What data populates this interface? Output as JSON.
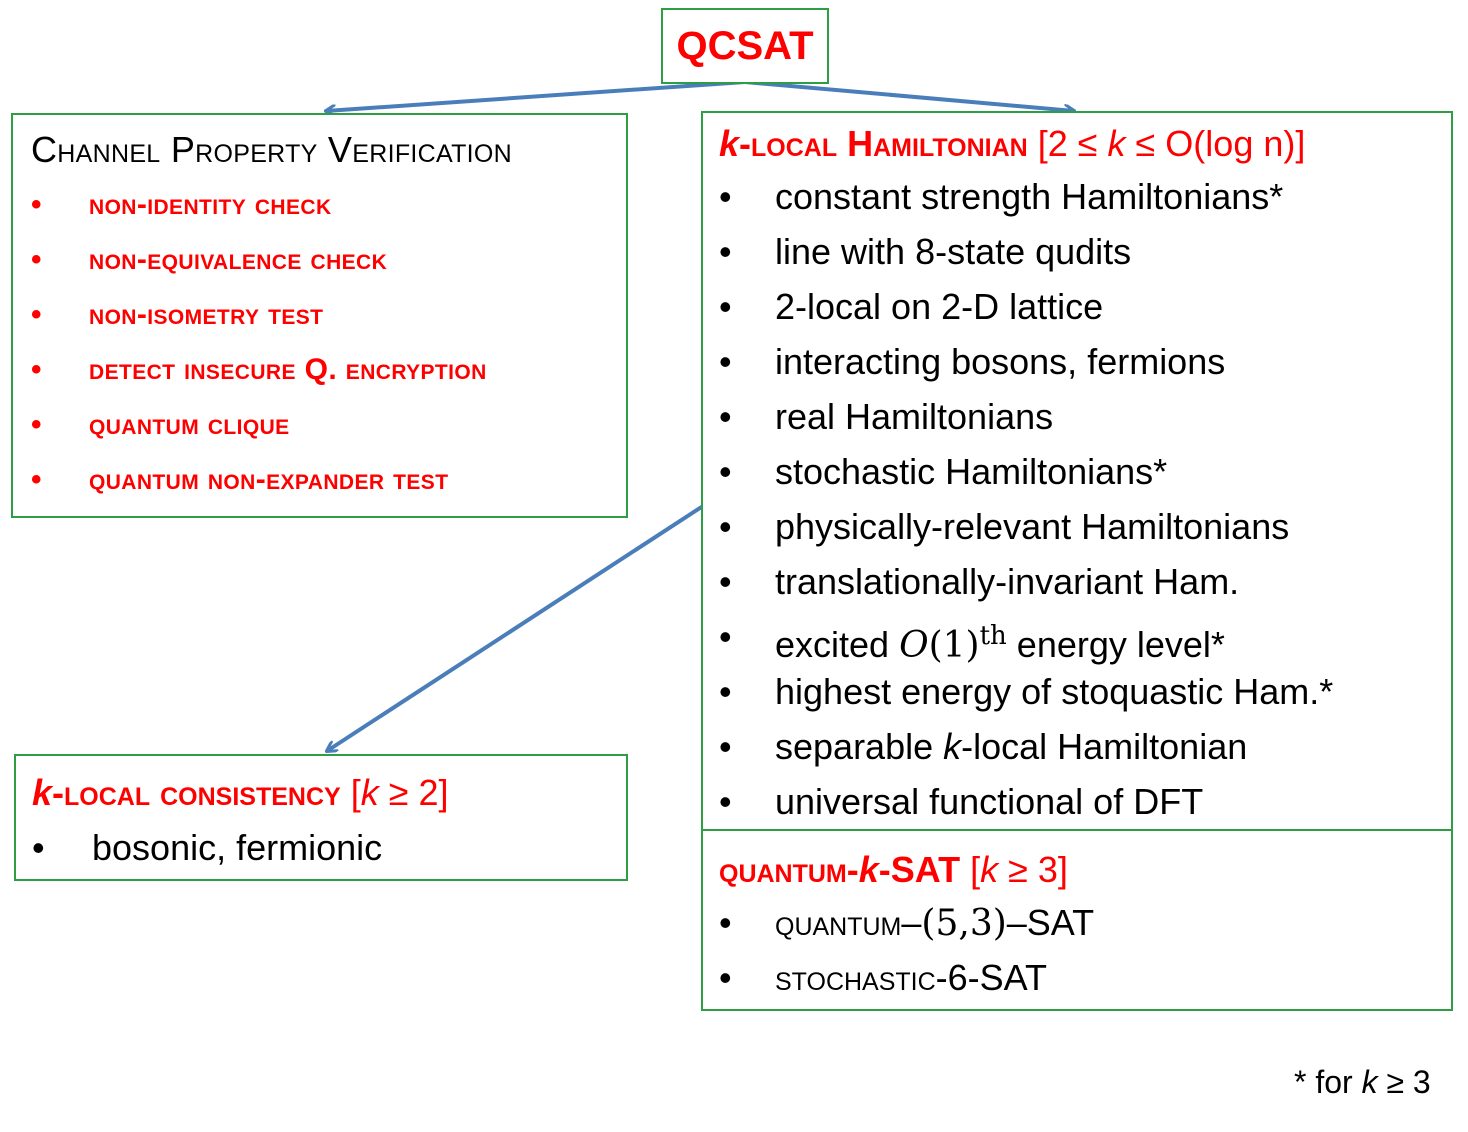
{
  "root": {
    "title": "QCSAT"
  },
  "channel": {
    "title": "Channel Property Verification",
    "bullet": "•",
    "items": [
      "non-identity check",
      "non-equivalence check",
      "non-isometry test",
      "detect insecure Q. encryption",
      "quantum clique",
      "quantum non-expander test"
    ]
  },
  "hamiltonian": {
    "title_k": "k",
    "title_rest": "-local Hamiltonian",
    "range_open": "[2 ≤ ",
    "range_k": "k",
    "range_close": " ≤ O(log n)]",
    "items": [
      "constant strength Hamiltonians*",
      "line with 8-state qudits",
      "2-local on 2-D lattice",
      "interacting bosons, fermions",
      "real Hamiltonians",
      "stochastic Hamiltonians*",
      "physically-relevant Hamiltonians",
      "translationally-invariant Ham."
    ],
    "excited_pre": "excited ",
    "excited_math": "O",
    "excited_paren": "(1)",
    "excited_sup": "th",
    "excited_post": " energy level*",
    "highest": "highest energy of stoquastic Ham.*",
    "separable_pre": "separable ",
    "separable_k": "k",
    "separable_post": "-local Hamiltonian",
    "universal": "universal functional of DFT"
  },
  "qsat": {
    "title_pre": "quantum-",
    "title_k": "k",
    "title_post": "-SAT",
    "range_open": "[",
    "range_k": "k",
    "range_close": " ≥ 3]",
    "item1_sc": "quantum",
    "item1_dash": "–",
    "item1_math": "(5,3)",
    "item1_post": "–SAT",
    "item2_sc": "stochastic",
    "item2_post": "-6-SAT"
  },
  "consistency": {
    "title_k": "k",
    "title_rest": "-local consistency",
    "range_open": "[",
    "range_k": "k",
    "range_close": " ≥ 2]",
    "item": "bosonic, fermionic"
  },
  "footnote": {
    "pre": "* for ",
    "k": "k",
    "post": " ≥ 3"
  },
  "colors": {
    "accent": "#ff0000",
    "border": "#2e9e44",
    "arrow": "#4a7ebb"
  }
}
